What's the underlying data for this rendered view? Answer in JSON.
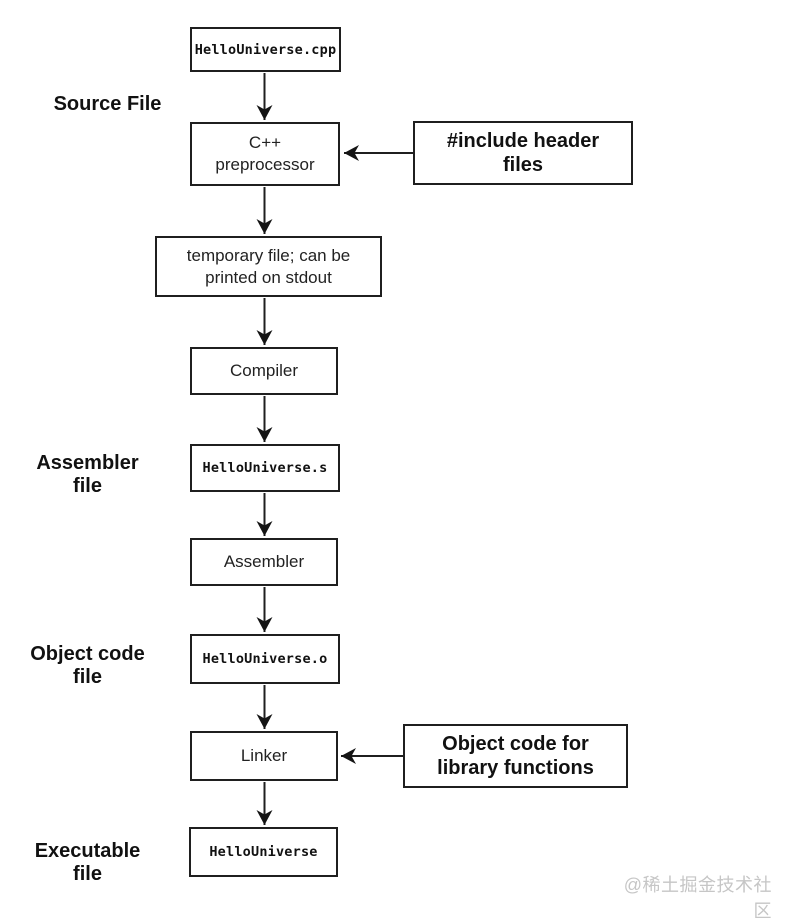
{
  "flow": {
    "source_file": "HelloUniverse.cpp",
    "preprocessor_line1": "C++",
    "preprocessor_line2": "preprocessor",
    "temp_file_line1": "temporary file; can be",
    "temp_file_line2": "printed on stdout",
    "compiler": "Compiler",
    "assembler_file": "HelloUniverse.s",
    "assembler": "Assembler",
    "object_file": "HelloUniverse.o",
    "linker": "Linker",
    "executable": "HelloUniverse"
  },
  "annotations": {
    "include_line1": "#include header",
    "include_line2": "files",
    "libobj_line1": "Object code for",
    "libobj_line2": "library functions"
  },
  "side_labels": {
    "source": "Source File",
    "assembler_line1": "Assembler",
    "assembler_line2": "file",
    "object_line1": "Object code",
    "object_line2": "file",
    "executable_line1": "Executable",
    "executable_line2": "file"
  },
  "watermark": "@稀土掘金技术社区",
  "colors": {
    "line": "#1f1f1f",
    "background": "#ffffff",
    "watermark_text": "#c6c6c6"
  }
}
